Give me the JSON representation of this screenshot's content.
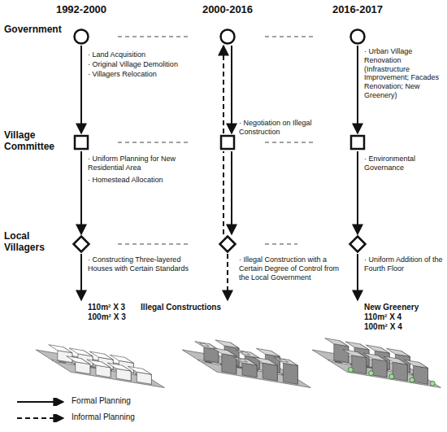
{
  "diagram": {
    "nodes": [
      {
        "text": [
          "Government"
        ]
      },
      {
        "text": []
      },
      {
        "text": []
      },
      {
        "text": [
          "Village Committee"
        ]
      },
      {
        "text": []
      },
      {
        "text": []
      },
      {
        "text": [
          "Local Villagers"
        ]
      },
      {
        "text": []
      },
      {
        "text": []
      },
      {
        "text": [
          "110m² X 3",
          "100m² X 3"
        ]
      },
      {
        "text": [
          "Illegal Constructions"
        ]
      },
      {
        "text": [
          "New Greenery",
          "110m² X 4",
          "100m² X 4"
        ]
      }
    ],
    "edges": [
      {
        "from": 0,
        "to": 3,
        "arrow": "to"
      },
      {
        "from": 3,
        "to": 6,
        "arrow": "to"
      },
      {
        "from": 6,
        "to": 9,
        "arrow": "to"
      },
      {
        "from": 4,
        "to": 1,
        "arrow": "to"
      },
      {
        "from": 1,
        "to": 4,
        "arrow": "to"
      },
      {
        "from": 7,
        "to": 4,
        "arrow": "none"
      },
      {
        "from": 4,
        "to": 7,
        "arrow": "to"
      },
      {
        "from": 7,
        "to": 10,
        "arrow": "to"
      },
      {
        "from": 2,
        "to": 5,
        "arrow": "to"
      },
      {
        "from": 5,
        "to": 8,
        "arrow": "to"
      },
      {
        "from": 8,
        "to": 11,
        "arrow": "to"
      }
    ],
    "labels": [
      "1992-2000",
      "2000-2016",
      "2016-2017",
      "· Land Acquisition",
      "· Original Village Demolition",
      "· Villagers Relocation",
      "· Uniform Planning for New Residential Area",
      "· Homestead Allocation",
      "· Constructing Three-layered Houses with Certain Standards",
      "· Negotiation on Illegal Construction",
      "· Illegal Construction with a Certain Degree of Control from the Local Government",
      "· Urban Village Renovation (Infrastructure Improvement; Facades Renovation; New Greenery)",
      "· Environmental Governance",
      "· Uniform Addition of the Fourth Floor"
    ],
    "legend": [
      {
        "text": "Formal Planning"
      },
      {
        "text": "Informal Planning"
      }
    ]
  }
}
